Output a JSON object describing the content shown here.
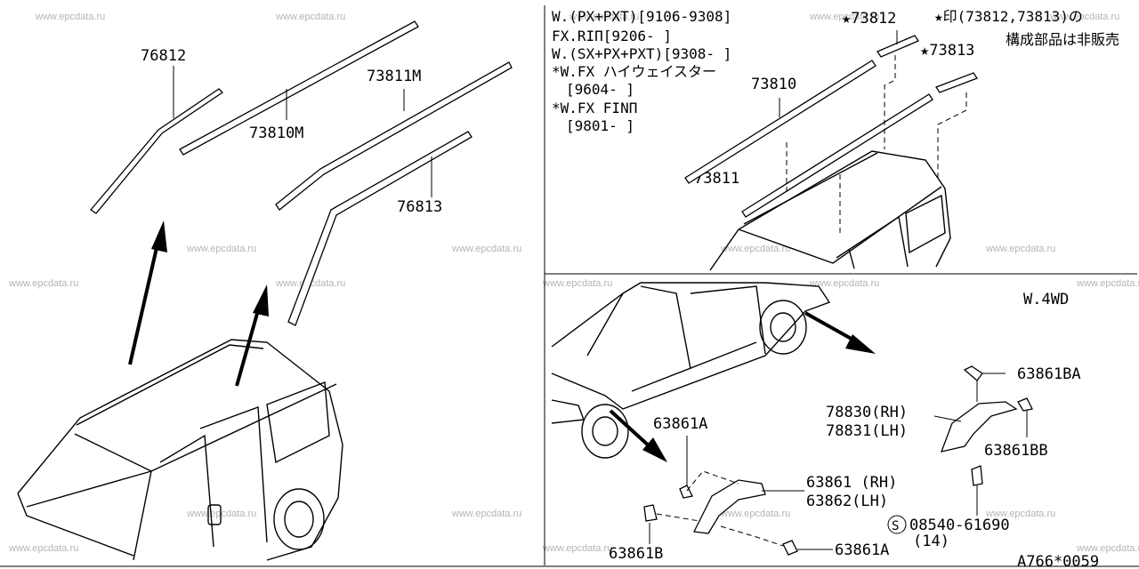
{
  "watermark": "www.epcdata.ru",
  "panel_right_top": {
    "notes": [
      "W.(PX+PXT)[9106-9308]",
      "FX.RIΠ[9206-    ]",
      "W.(SX+PX+PXT)[9308-    ]",
      "*W.FX ハイウェイスター",
      "[9604-    ]",
      "*W.FX FINΠ",
      "[9801-    ]"
    ],
    "star_note_line1": "★印(73812,73813)の",
    "star_note_line2": "構成部品は非販売",
    "labels": {
      "p73812": "★73812",
      "p73813": "★73813",
      "p73810": "73810",
      "p73811": "73811"
    }
  },
  "panel_left": {
    "labels": {
      "p76812": "76812",
      "p73810M": "73810M",
      "p73811M": "73811M",
      "p76813": "76813"
    }
  },
  "panel_right_bottom": {
    "variant": "W.4WD",
    "labels": {
      "p63861BA": "63861BA",
      "p78830": "78830(RH)",
      "p78831": "78831(LH)",
      "p63861BB": "63861BB",
      "p63861A_top": "63861A",
      "p63861": "63861 (RH)",
      "p63862": "63862(LH)",
      "p08540": "08540-61690",
      "p08540_qty": "(14)",
      "p08540_symbol": "S",
      "p63861B": "63861B",
      "p63861A_bottom": "63861A"
    }
  },
  "footer_code": "A766*0059"
}
